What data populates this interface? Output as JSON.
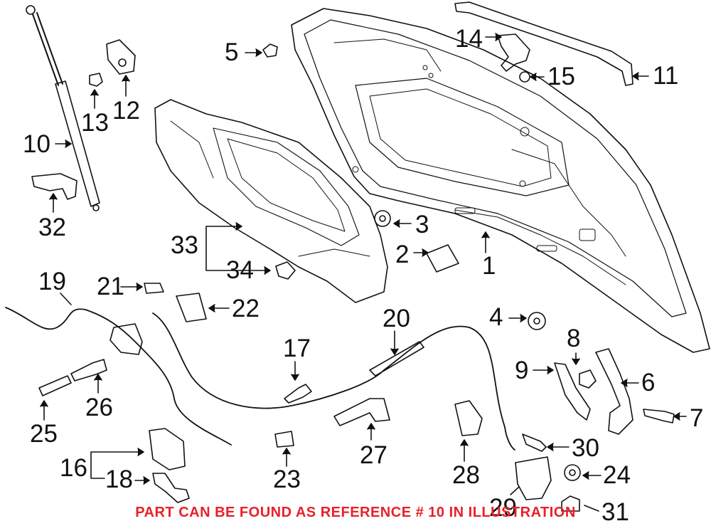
{
  "callouts": {
    "c1": "1",
    "c2": "2",
    "c3": "3",
    "c4": "4",
    "c5": "5",
    "c6": "6",
    "c7": "7",
    "c8": "8",
    "c9": "9",
    "c10": "10",
    "c11": "11",
    "c12": "12",
    "c13": "13",
    "c14": "14",
    "c15": "15",
    "c16": "16",
    "c17": "17",
    "c18": "18",
    "c19": "19",
    "c20": "20",
    "c21": "21",
    "c22": "22",
    "c23": "23",
    "c24": "24",
    "c25": "25",
    "c26": "26",
    "c27": "27",
    "c28": "28",
    "c29": "29",
    "c30": "30",
    "c31": "31",
    "c32": "32",
    "c33": "33",
    "c34": "34"
  },
  "footer_note": "PART CAN BE FOUND AS REFERENCE # 10 IN ILLUSTRATION",
  "colors": {
    "line": "#111111",
    "note": "#e8202a",
    "background": "#ffffff"
  }
}
